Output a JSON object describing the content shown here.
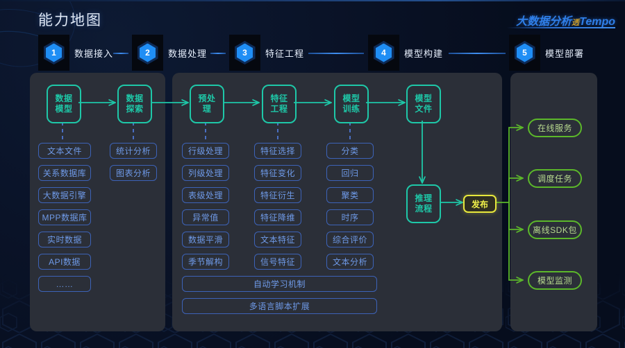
{
  "header": {
    "title": "能力地图",
    "logo_cn": "大数据分析",
    "logo_mid": "透",
    "logo_en": "Tempo"
  },
  "stepper": {
    "steps": [
      {
        "num": "1",
        "label": "数据接入"
      },
      {
        "num": "2",
        "label": "数据处理"
      },
      {
        "num": "3",
        "label": "特征工程"
      },
      {
        "num": "4",
        "label": "模型构建"
      },
      {
        "num": "5",
        "label": "模型部署"
      }
    ]
  },
  "stages": [
    {
      "name": "data-model",
      "line1": "数据",
      "line2": "模型"
    },
    {
      "name": "data-exploration",
      "line1": "数据",
      "line2": "探索"
    },
    {
      "name": "preprocess",
      "line1": "预处",
      "line2": "理"
    },
    {
      "name": "feature-eng",
      "line1": "特征",
      "line2": "工程"
    },
    {
      "name": "model-training",
      "line1": "模型",
      "line2": "训练"
    },
    {
      "name": "model-file",
      "line1": "模型",
      "line2": "文件"
    },
    {
      "name": "inference-flow",
      "line1": "推理",
      "line2": "流程"
    }
  ],
  "publish": {
    "label": "发布"
  },
  "columns": {
    "data_model": [
      "文本文件",
      "关系数据库",
      "大数据引擎",
      "MPP数据库",
      "实时数据",
      "API数据",
      "……"
    ],
    "data_exploration": [
      "统计分析",
      "图表分析"
    ],
    "preprocess": [
      "行级处理",
      "列级处理",
      "表级处理",
      "异常值",
      "数据平滑",
      "季节解构"
    ],
    "feature_eng": [
      "特征选择",
      "特征变化",
      "特征衍生",
      "特征降维",
      "文本特征",
      "信号特征"
    ],
    "model_training": [
      "分类",
      "回归",
      "聚类",
      "时序",
      "综合评价",
      "文本分析"
    ]
  },
  "wide_items": [
    "自动学习机制",
    "多语言脚本扩展"
  ],
  "deploy_targets": [
    "在线服务",
    "调度任务",
    "离线SDK包",
    "模型监测"
  ],
  "colors": {
    "page_bg": "#060d1d",
    "panel_bg": "#2b2f38",
    "stage_teal": "#1ec8a8",
    "chip_blue": "#6f9ae8",
    "chip_border": "#3d63b8",
    "deploy_green": "#5cb82a",
    "publish_yellow": "#e8e83c",
    "step_blue": "#1f8ef5",
    "title_text": "#dfe8f5"
  }
}
